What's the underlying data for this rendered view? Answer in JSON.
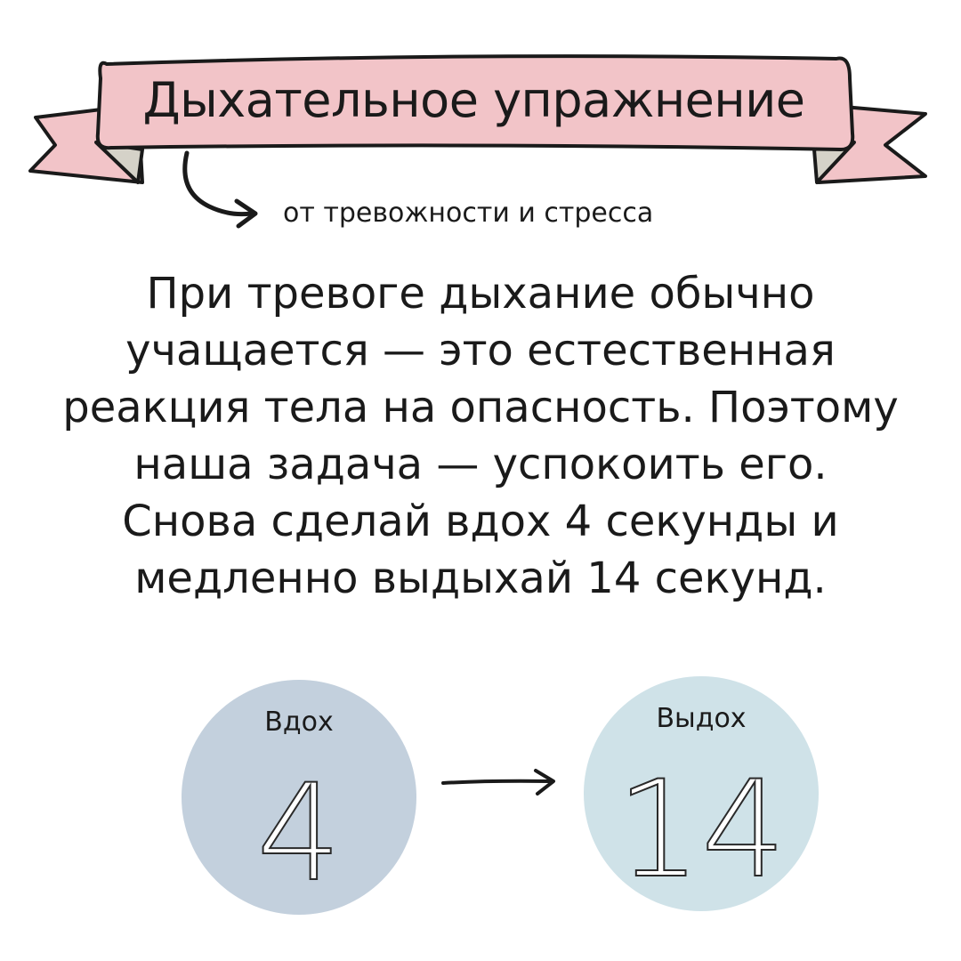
{
  "banner": {
    "title": "Дыхательное упражнение",
    "subtitle": "от тревожности и стресса"
  },
  "body": {
    "lines": [
      "При тревоге дыхание обычно",
      "учащается — это естественная",
      "реакция тела на опасность. Поэтому",
      "наша задача — успокоить его.",
      "Снова сделай вдох 4 секунды и",
      "медленно выдыхай 14 секунд."
    ]
  },
  "breathing": {
    "inhale": {
      "label": "Вдох",
      "seconds": "4",
      "color": "#c3d0dd"
    },
    "exhale": {
      "label": "Выдох",
      "seconds": "14",
      "color": "#cfe2e8"
    }
  },
  "colors": {
    "ribbon": "#f2c4c8",
    "ribbon_fold": "#d5d2c8",
    "outline": "#1a1a1a"
  },
  "icons": {
    "curved_arrow": "curved-arrow-icon",
    "right_arrow": "right-arrow-icon"
  }
}
